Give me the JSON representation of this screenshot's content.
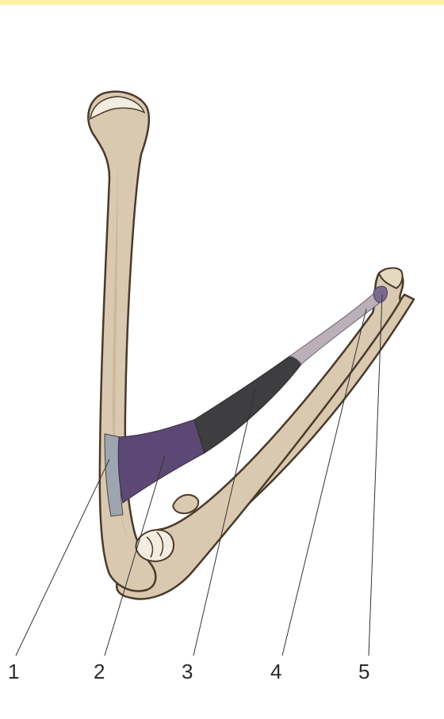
{
  "callouts": [
    {
      "number": "1"
    },
    {
      "number": "2"
    },
    {
      "number": "3"
    },
    {
      "number": "4"
    },
    {
      "number": "5"
    }
  ],
  "colors": {
    "bone_fill": "#d9c9b0",
    "bone_shadow": "#bfa988",
    "bone_outline": "#4a3a2a",
    "cartilage": "#f3ede0",
    "muscle_origin": "#9aa4b1",
    "muscle_belly_purple": "#5c4874",
    "muscle_belly_dark": "#3e3d40",
    "tendon": "#bcb0b8",
    "tendon_insertion": "#7b6a8f",
    "leader_line": "#333333",
    "top_strip": "#fff2a6"
  }
}
